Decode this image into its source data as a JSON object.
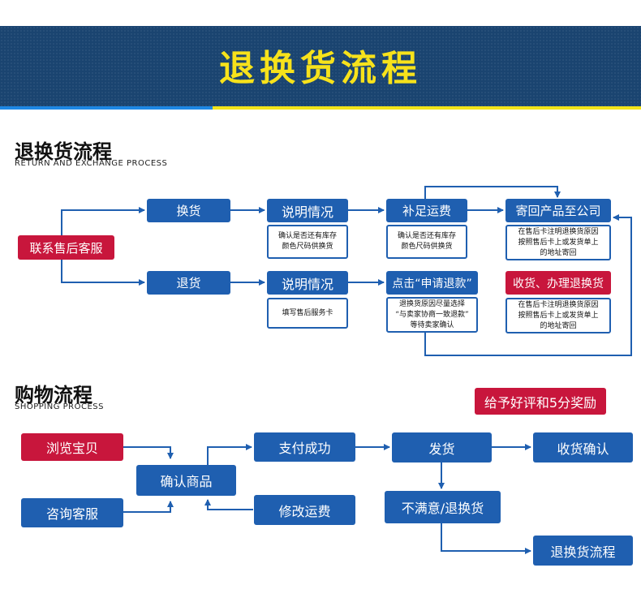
{
  "banner": {
    "title": "退换货流程"
  },
  "returns_section": {
    "title": "退换货流程",
    "subtitle": "RETURN AND EXCHANGE PROCESS",
    "contact": "联系售后客服",
    "exchange": "换货",
    "explain_1": "说明情况",
    "explain_1_note": [
      "确认是否还有库存",
      "颜色尺码供换货"
    ],
    "pay_shipping": "补足运费",
    "pay_shipping_note": [
      "确认是否还有库存",
      "颜色尺码供换货"
    ],
    "send_back": "寄回产品至公司",
    "send_back_note": [
      "在售后卡注明退换货原因",
      "按照售后卡上或发货单上",
      "的地址寄回"
    ],
    "refund": "退货",
    "explain_2": "说明情况",
    "explain_2_note": [
      "填写售后服务卡"
    ],
    "apply_refund": "点击“申请退款”",
    "apply_refund_note": [
      "退换货原因尽量选择",
      "“与卖家协商一致退款”",
      "等待卖家确认"
    ],
    "receive": "收货、办理退换货",
    "receive_note": [
      "在售后卡注明退换货原因",
      "按照售后卡上或发货单上",
      "的地址寄回"
    ]
  },
  "shopping_section": {
    "title": "购物流程",
    "subtitle": "SHOPPING PROCESS",
    "reward": "给予好评和5分奖励",
    "browse": "浏览宝贝",
    "consult": "咨询客服",
    "confirm_goods": "确认商品",
    "paid": "支付成功",
    "modify_shipping": "修改运费",
    "ship": "发货",
    "confirm_receipt": "收货确认",
    "unsatisfied": "不满意/退换货",
    "return_flow": "退换货流程"
  },
  "colors": {
    "blue": "#1f5fb0",
    "red": "#c8163c",
    "banner_bg": "#1a4470",
    "banner_title": "#f7e21b",
    "stripe_blue": "#1e88e5",
    "stripe_yellow": "#f2e41a"
  }
}
